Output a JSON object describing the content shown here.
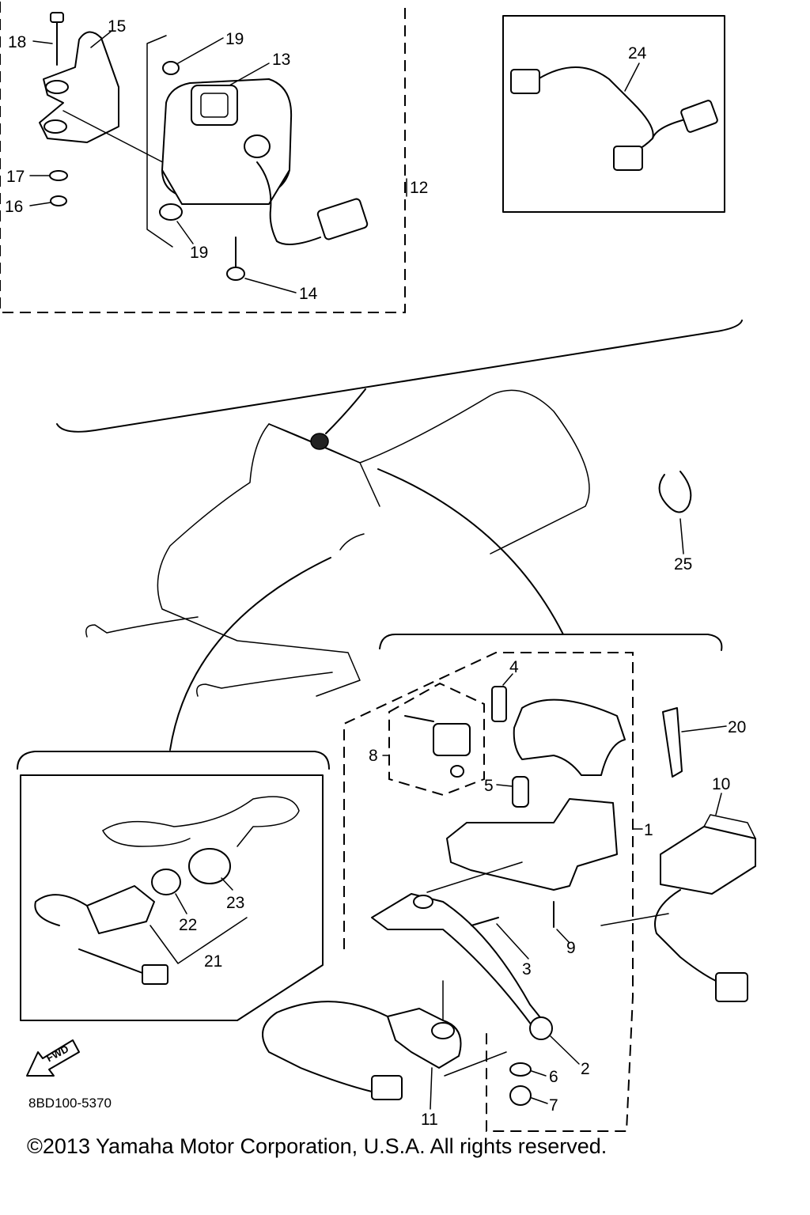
{
  "diagram": {
    "drawing_code": "8BD100-5370",
    "copyright": "©2013 Yamaha Motor Corporation, U.S.A. All rights reserved.",
    "direction_label": "FWD",
    "callouts": {
      "c1": "1",
      "c2": "2",
      "c3": "3",
      "c4": "4",
      "c5": "5",
      "c6": "6",
      "c7": "7",
      "c8": "8",
      "c9": "9",
      "c10": "10",
      "c11": "11",
      "c12": "12",
      "c13": "13",
      "c14": "14",
      "c15": "15",
      "c16": "16",
      "c17": "17",
      "c18": "18",
      "c19a": "19",
      "c19b": "19",
      "c20": "20",
      "c21": "21",
      "c22": "22",
      "c23": "23",
      "c24": "24",
      "c25": "25"
    }
  }
}
